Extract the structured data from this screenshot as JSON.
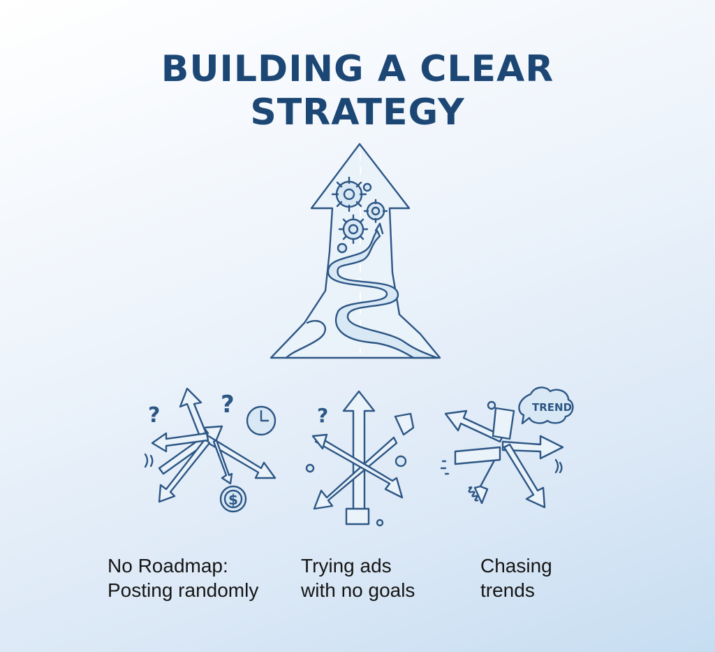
{
  "title": {
    "line1": "BUILDING A CLEAR",
    "line2": "STRATEGY"
  },
  "hero": {
    "icons": [
      "arrow-up-icon",
      "gear-icon",
      "winding-road-icon"
    ]
  },
  "panels": [
    {
      "icons": [
        "scattered-arrows-icon",
        "question-mark-icon",
        "clock-icon",
        "dollar-coin-icon"
      ],
      "caption_line1": "No Roadmap:",
      "caption_line2": "Posting randomly"
    },
    {
      "icons": [
        "broken-arrows-icon",
        "question-mark-icon"
      ],
      "caption_line1": "Trying ads",
      "caption_line2": "with no goals"
    },
    {
      "icons": [
        "chaotic-arrows-icon",
        "speech-bubble-icon"
      ],
      "bubble_text": "TREND",
      "caption_line1": "Chasing",
      "caption_line2": "trends"
    }
  ],
  "colors": {
    "title": "#1c4775",
    "line_art": "#2c5684",
    "caption_text": "#151515"
  }
}
